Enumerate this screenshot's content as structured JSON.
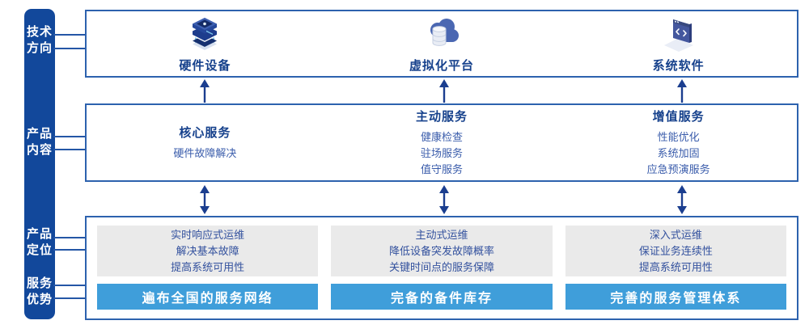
{
  "colors": {
    "sidebar_bg": "#12489b",
    "box_border": "#2d62ae",
    "heading_text": "#16418c",
    "body_text": "#3a5cab",
    "gray_panel_bg": "#eaeaea",
    "blue_bar_bg": "#3f9eda",
    "blue_bar_text": "#ffffff",
    "arrow": "#1b3e8f"
  },
  "sidebar": {
    "labels": [
      {
        "line1": "技术",
        "line2": "方向"
      },
      {
        "line1": "产品",
        "line2": "内容"
      },
      {
        "line1": "产品",
        "line2": "定位"
      },
      {
        "line1": "服务",
        "line2": "优势"
      }
    ]
  },
  "tech_row": {
    "items": [
      {
        "icon": "server-stack-icon",
        "label": "硬件设备"
      },
      {
        "icon": "cloud-database-icon",
        "label": "虚拟化平台"
      },
      {
        "icon": "code-window-icon",
        "label": "系统软件"
      }
    ]
  },
  "content_row": {
    "columns": [
      {
        "title": "核心服务",
        "items": [
          "硬件故障解决"
        ]
      },
      {
        "title": "主动服务",
        "items": [
          "健康检查",
          "驻场服务",
          "值守服务"
        ]
      },
      {
        "title": "增值服务",
        "items": [
          "性能优化",
          "系统加固",
          "应急预演服务"
        ]
      }
    ]
  },
  "bottom_row": {
    "columns": [
      {
        "positioning_lines": [
          "实时响应式运维",
          "解决基本故障",
          "提高系统可用性"
        ],
        "advantage": "遍布全国的服务网络"
      },
      {
        "positioning_lines": [
          "主动式运维",
          "降低设备突发故障概率",
          "关键时间点的服务保障"
        ],
        "advantage": "完备的备件库存"
      },
      {
        "positioning_lines": [
          "深入式运维",
          "保证业务连续性",
          "提高系统可用性"
        ],
        "advantage": "完善的服务管理体系"
      }
    ]
  }
}
